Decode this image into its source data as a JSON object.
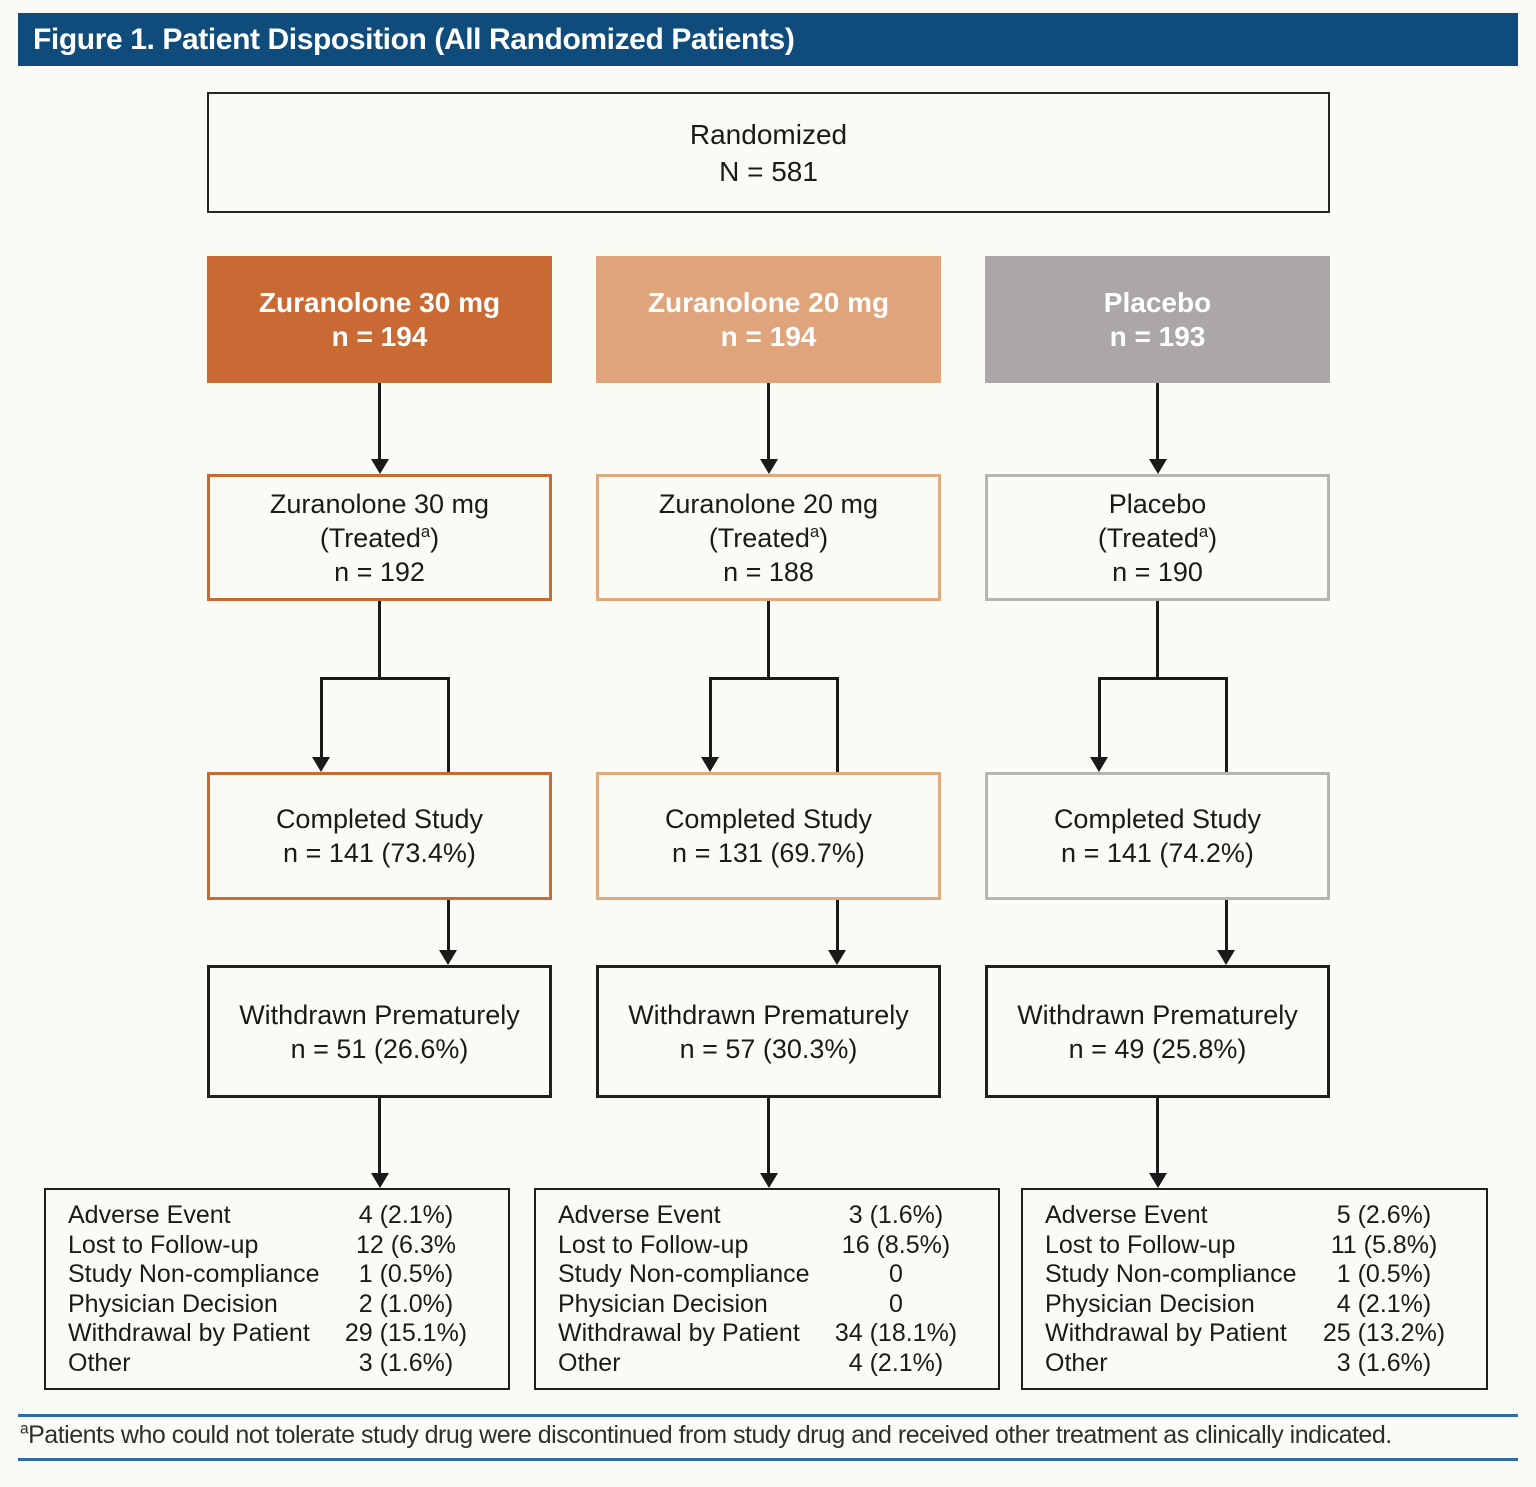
{
  "figure": {
    "title": "Figure 1. Patient Disposition (All Randomized Patients)",
    "footnote": {
      "marker": "a",
      "text": "Patients who could not tolerate study drug were discontinued from study drug and received other treatment as clinically indicated."
    }
  },
  "colors": {
    "header_bar": "#0F4C7C",
    "footer_line": "#2E6DA4",
    "arm1_fill": "#C96A35",
    "arm2_fill": "#DFA47B",
    "arm3_fill": "#ABA7A7"
  },
  "randomized": {
    "line1": "Randomized",
    "line2": "N = 581"
  },
  "arms": [
    {
      "name": "Zuranolone 30 mg",
      "colors": {
        "fill": "#C96A35",
        "border": "#C96A35"
      },
      "header": {
        "line1": "Zuranolone 30 mg",
        "line2": "n = 194"
      },
      "treated": {
        "line1": "Zuranolone 30 mg",
        "line2_pre": "(Treated",
        "line2_sup": "a",
        "line2_post": ")",
        "line3": "n = 192"
      },
      "completed": {
        "line1": "Completed Study",
        "line2": "n = 141 (73.4%)"
      },
      "withdrawn": {
        "line1": "Withdrawn Prematurely",
        "line2": "n = 51 (26.6%)"
      },
      "reasons": [
        {
          "label": "Adverse Event",
          "value": "4 (2.1%)"
        },
        {
          "label": "Lost to Follow-up",
          "value": "12 (6.3%"
        },
        {
          "label": "Study Non-compliance",
          "value": "1 (0.5%)"
        },
        {
          "label": "Physician Decision",
          "value": "2 (1.0%)"
        },
        {
          "label": "Withdrawal by Patient",
          "value": "29 (15.1%)"
        },
        {
          "label": "Other",
          "value": "3 (1.6%)"
        }
      ]
    },
    {
      "name": "Zuranolone 20 mg",
      "colors": {
        "fill": "#DFA47B",
        "border": "#E2A87E"
      },
      "header": {
        "line1": "Zuranolone 20 mg",
        "line2": "n = 194"
      },
      "treated": {
        "line1": "Zuranolone 20 mg",
        "line2_pre": "(Treated",
        "line2_sup": "a",
        "line2_post": ")",
        "line3": "n = 188"
      },
      "completed": {
        "line1": "Completed Study",
        "line2": "n = 131 (69.7%)"
      },
      "withdrawn": {
        "line1": "Withdrawn Prematurely",
        "line2": "n = 57 (30.3%)"
      },
      "reasons": [
        {
          "label": "Adverse Event",
          "value": "3 (1.6%)"
        },
        {
          "label": "Lost to Follow-up",
          "value": "16 (8.5%)"
        },
        {
          "label": "Study Non-compliance",
          "value": "0"
        },
        {
          "label": "Physician Decision",
          "value": "0"
        },
        {
          "label": "Withdrawal by Patient",
          "value": "34 (18.1%)"
        },
        {
          "label": "Other",
          "value": "4 (2.1%)"
        }
      ]
    },
    {
      "name": "Placebo",
      "colors": {
        "fill": "#ABA7A7",
        "border": "#B7B4B4"
      },
      "header": {
        "line1": "Placebo",
        "line2": "n = 193"
      },
      "treated": {
        "line1": "Placebo",
        "line2_pre": "(Treated",
        "line2_sup": "a",
        "line2_post": ")",
        "line3": "n = 190"
      },
      "completed": {
        "line1": "Completed Study",
        "line2": "n = 141 (74.2%)"
      },
      "withdrawn": {
        "line1": "Withdrawn Prematurely",
        "line2": "n = 49 (25.8%)"
      },
      "reasons": [
        {
          "label": "Adverse Event",
          "value": "5 (2.6%)"
        },
        {
          "label": "Lost to Follow-up",
          "value": "11 (5.8%)"
        },
        {
          "label": "Study Non-compliance",
          "value": "1 (0.5%)"
        },
        {
          "label": "Physician Decision",
          "value": "4 (2.1%)"
        },
        {
          "label": "Withdrawal by Patient",
          "value": "25 (13.2%)"
        },
        {
          "label": "Other",
          "value": "3 (1.6%)"
        }
      ]
    }
  ]
}
